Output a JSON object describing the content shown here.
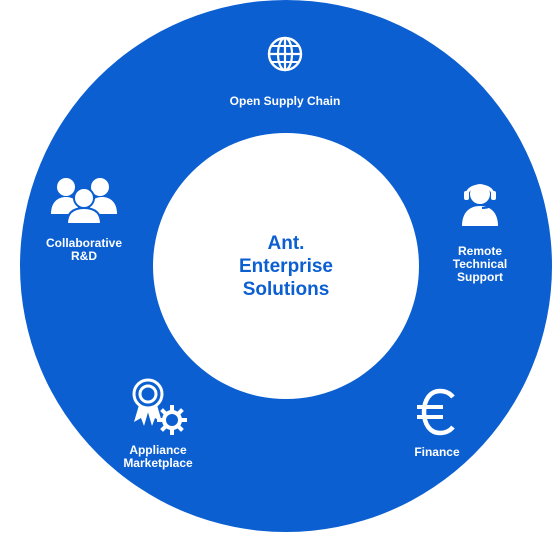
{
  "center": {
    "line1": "Ant.",
    "line2": "Enterprise",
    "line3": "Solutions"
  },
  "segments": {
    "supply": {
      "label": "Open Supply Chain",
      "icon": "globe-icon"
    },
    "remote": {
      "line1": "Remote",
      "line2": "Technical",
      "line3": "Support",
      "icon": "headset-agent-icon"
    },
    "finance": {
      "label": "Finance",
      "icon": "euro-icon"
    },
    "appliance": {
      "line1": "Appliance",
      "line2": "Marketplace",
      "icon": "award-gear-icon"
    },
    "collab": {
      "line1": "Collaborative",
      "line2": "R&D",
      "icon": "team-icon"
    }
  },
  "colors": {
    "ring": "#0b5fd1",
    "center_text": "#0b5fd1",
    "segment_text": "#ffffff",
    "background": "#ffffff"
  }
}
